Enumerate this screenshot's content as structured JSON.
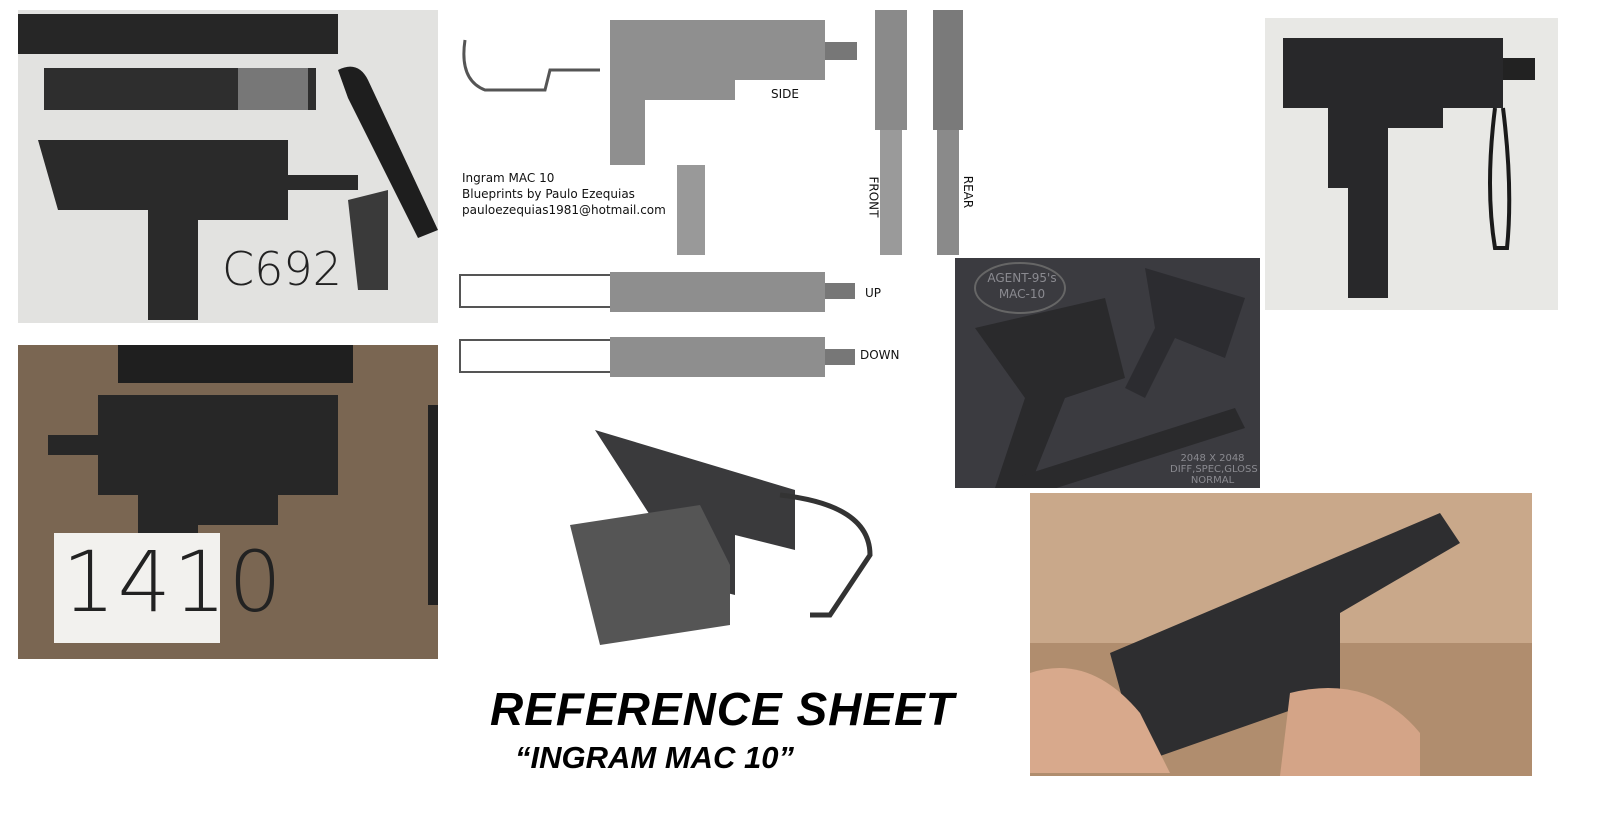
{
  "title": "REFERENCE SHEET",
  "subtitle": "“INGRAM MAC 10”",
  "photo_top_left": {
    "tag": "C692"
  },
  "photo_mid_left": {
    "tag": "1410"
  },
  "blueprint": {
    "credit_line1": "Ingram MAC 10",
    "credit_line2": "Blueprints by Paulo Ezequias",
    "credit_line3": "pauloezequias1981@hotmail.com",
    "label_side": "SIDE",
    "label_front": "FRONT",
    "label_rear": "REAR",
    "label_up": "UP",
    "label_down": "DOWN"
  },
  "render": {
    "badge_line1": "AGENT-95's",
    "badge_line2": "MAC-10",
    "spec_line1": "2048 X 2048",
    "spec_line2": "DIFF,SPEC,GLOSS",
    "spec_line3": "NORMAL"
  },
  "colors": {
    "gun_metal": "#2b2b2d",
    "blueprint_gray": "#8c8c8c",
    "render_bg": "#3b3b40",
    "carpet": "#7a6652"
  }
}
